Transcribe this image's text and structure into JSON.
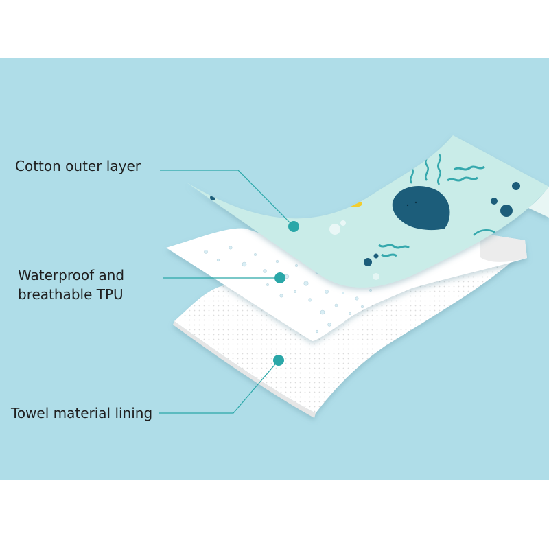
{
  "colors": {
    "background": "#afdde8",
    "leader": "#2aa7a8",
    "cotton": "#c9ece8",
    "motif_dark": "#1d5d7a",
    "motif_teal": "#36a8ad",
    "motif_yellow": "#f2cd2e",
    "sheet": "#ffffff"
  },
  "layers": [
    {
      "lines": [
        "Cotton outer layer"
      ]
    },
    {
      "lines": [
        "Waterproof and",
        "breathable TPU"
      ]
    },
    {
      "lines": [
        "Towel material lining"
      ]
    }
  ]
}
